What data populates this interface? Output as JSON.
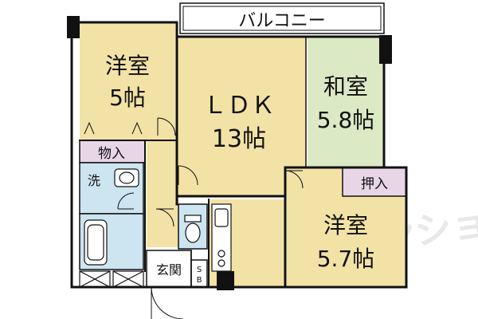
{
  "rooms": {
    "balcony": "バルコニー",
    "western_room_1": {
      "name": "洋室",
      "size": "5帖"
    },
    "ldk": {
      "name": "ＬＤＫ",
      "size": "13帖"
    },
    "japanese_room": {
      "name": "和室",
      "size": "5.8帖"
    },
    "western_room_2": {
      "name": "洋室",
      "size": "5.7帖"
    }
  },
  "storage": {
    "closet_1": "物入",
    "closet_2": "押入",
    "sink": "洗",
    "entrance": "玄関",
    "shoe_box_top": "S",
    "shoe_box_bottom": "B"
  },
  "colors": {
    "wood_floor": "#f3e2a6",
    "tatami": "#dbe9c4",
    "closet": "#e8d6e6",
    "wet_area": "#cde4f1",
    "wall": "#111111"
  }
}
